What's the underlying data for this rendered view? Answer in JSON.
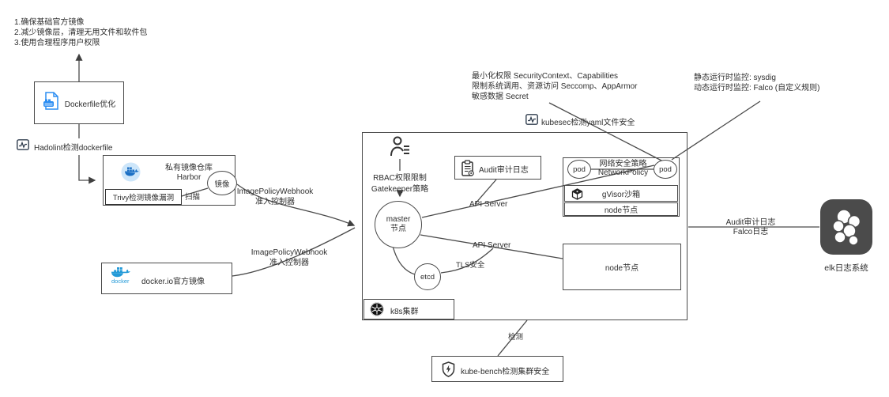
{
  "colors": {
    "docker_blue": "#2496ed",
    "harbor_circle": "#cde6fa",
    "line_gray": "#4a4a4a",
    "elk_dark": "#4b4b4b"
  },
  "tips": {
    "lines": [
      "1.确保基础官方镜像",
      "2.减少镜像层，清理无用文件和软件包",
      "3.使用合理程序用户权限"
    ]
  },
  "dockerfile": {
    "label": "Dockerfile优化"
  },
  "hadolint": {
    "label": "Hadolint检测dockerfile"
  },
  "harbor": {
    "title": "私有镜像仓库",
    "subtitle": "Harbor",
    "trivy": "Trivy检测镜像漏洞",
    "scan": "扫描",
    "image": "镜像"
  },
  "webhook": {
    "line1": "ImagePolicyWebhook",
    "line2": "准入控制器"
  },
  "dockerio": {
    "label": "docker.io官方镜像",
    "logo_text": "docker"
  },
  "seccontext": {
    "lines": [
      "最小化权限 SecurityContext、Capabilities",
      "限制系统调用、资源访问 Seccomp、AppArmor",
      "敏感数据 Secret"
    ]
  },
  "kubesec": {
    "label": "kubesec检测yaml文件安全"
  },
  "runtime": {
    "lines": [
      "静态运行时监控: sysdig",
      "动态运行时监控: Falco (自定义规则)"
    ]
  },
  "cluster": {
    "label": "k8s集群",
    "rbac1": "RBAC权限限制",
    "rbac2": "Gatekeeper策略",
    "master1": "master",
    "master2": "节点",
    "etcd": "etcd",
    "tls": "TLS安全",
    "api_server": "API Server",
    "audit": "Audit审计日志",
    "pod": "pod",
    "netpol1": "网络安全策略",
    "netpol2": "NetworkPolicy",
    "gvisor": "gVisor沙箱",
    "node": "node节点"
  },
  "bottom": {
    "detect": "检测",
    "kubebench": "kube-bench检测集群安全"
  },
  "logs": {
    "line1": "Audit审计日志",
    "line2": "Falco日志"
  },
  "elk": {
    "label": "elk日志系统"
  }
}
